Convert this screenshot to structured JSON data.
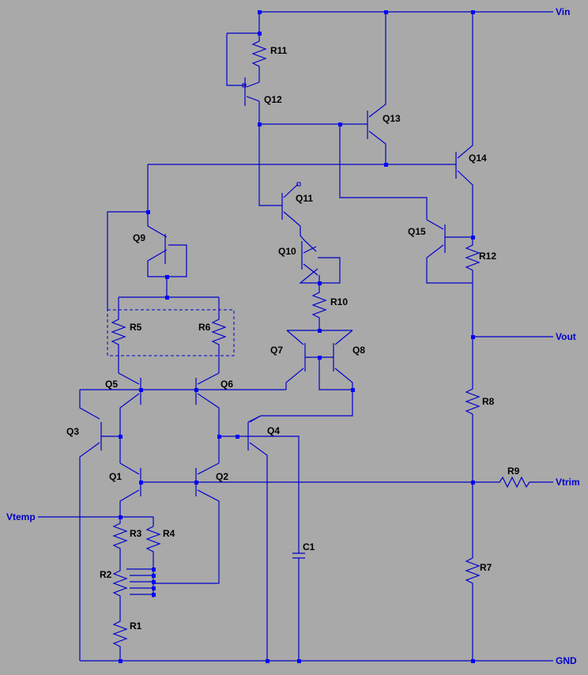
{
  "nets": {
    "vin": "Vin",
    "vout": "Vout",
    "vtrim": "Vtrim",
    "vtemp": "Vtemp",
    "gnd": "GND"
  },
  "components": {
    "r1": "R1",
    "r2": "R2",
    "r3": "R3",
    "r4": "R4",
    "r5": "R5",
    "r6": "R6",
    "r7": "R7",
    "r8": "R8",
    "r9": "R9",
    "r10": "R10",
    "r11": "R11",
    "r12": "R12",
    "c1": "C1",
    "q1": "Q1",
    "q2": "Q2",
    "q3": "Q3",
    "q4": "Q4",
    "q5": "Q5",
    "q6": "Q6",
    "q7": "Q7",
    "q8": "Q8",
    "q9": "Q9",
    "q10": "Q10",
    "q11": "Q11",
    "q12": "Q12",
    "q13": "Q13",
    "q14": "Q14",
    "q15": "Q15"
  },
  "colors": {
    "background": "#a9a9a9",
    "wire": "#0000cc",
    "junction": "#0000ff",
    "label": "#000000",
    "net_label": "#0000cc"
  }
}
